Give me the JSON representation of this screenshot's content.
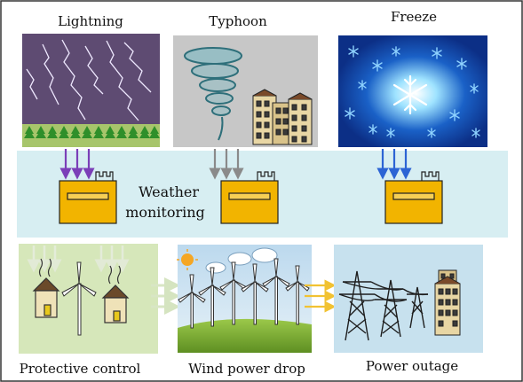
{
  "hazards": {
    "lightning": "Lightning",
    "typhoon": "Typhoon",
    "freeze": "Freeze"
  },
  "center": {
    "line1": "Weather",
    "line2": "monitoring"
  },
  "outcomes": {
    "protective": "Protective control",
    "wind": "Wind power drop",
    "outage": "Power outage"
  },
  "colors": {
    "lightning_sky": "#5e4b72",
    "typhoon_sky": "#c7c7c7",
    "freeze_sky": "#0c2f86",
    "monitor_band": "#d7eef2",
    "device_fill": "#f2b400",
    "protective_bg": "#d6e7ba",
    "wind_bg": "#cde3f2",
    "outage_bg": "#c7e1ee",
    "arrow_purple": "#7b3fb8",
    "arrow_gray": "#8a8a8a",
    "arrow_blue": "#2c64d4",
    "arrow_light": "#dfe9d2"
  },
  "icons": [
    "lightning-bolt-icon",
    "tornado-icon",
    "snowflake-icon",
    "monitoring-device-icon",
    "substation-house-icon",
    "wind-turbine-icon",
    "sun-icon",
    "cloud-icon",
    "transmission-tower-icon",
    "apartment-building-icon"
  ]
}
